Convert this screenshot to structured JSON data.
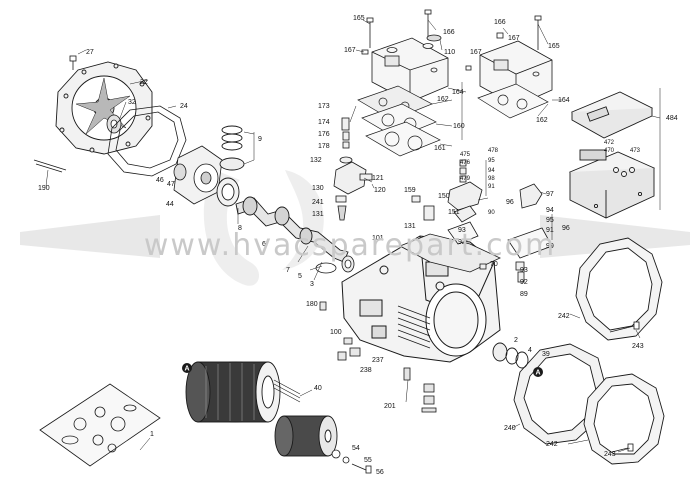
{
  "watermark_text": "www.hvacsparepart.com",
  "colors": {
    "line": "#1a1a1a",
    "part_fill": "#f4f4f4",
    "dark": "#3a3a3a",
    "watermark": "#d8d8d8"
  },
  "assembly_marker": "A",
  "callouts": [
    {
      "id": "c165a",
      "label": "165"
    },
    {
      "id": "c166a",
      "label": "166"
    },
    {
      "id": "c166b",
      "label": "166"
    },
    {
      "id": "c167a",
      "label": "167"
    },
    {
      "id": "c167b",
      "label": "167"
    },
    {
      "id": "c167c",
      "label": "167"
    },
    {
      "id": "c165b",
      "label": "165"
    },
    {
      "id": "c110",
      "label": "110"
    },
    {
      "id": "c164a",
      "label": "164"
    },
    {
      "id": "c162a",
      "label": "162"
    },
    {
      "id": "c160",
      "label": "160"
    },
    {
      "id": "c161",
      "label": "161"
    },
    {
      "id": "c164b",
      "label": "164"
    },
    {
      "id": "c162b",
      "label": "162"
    },
    {
      "id": "c27",
      "label": "27"
    },
    {
      "id": "c22",
      "label": "22"
    },
    {
      "id": "c32",
      "label": "32"
    },
    {
      "id": "c24",
      "label": "24"
    },
    {
      "id": "c190",
      "label": "190"
    },
    {
      "id": "c46",
      "label": "46"
    },
    {
      "id": "c47",
      "label": "47"
    },
    {
      "id": "c44",
      "label": "44"
    },
    {
      "id": "c9",
      "label": "9"
    },
    {
      "id": "c8",
      "label": "8"
    },
    {
      "id": "c173",
      "label": "173"
    },
    {
      "id": "c174",
      "label": "174"
    },
    {
      "id": "c176",
      "label": "176"
    },
    {
      "id": "c178",
      "label": "178"
    },
    {
      "id": "c132",
      "label": "132"
    },
    {
      "id": "c121",
      "label": "121"
    },
    {
      "id": "c130",
      "label": "130"
    },
    {
      "id": "c120",
      "label": "120"
    },
    {
      "id": "c241",
      "label": "241"
    },
    {
      "id": "c131a",
      "label": "131"
    },
    {
      "id": "c6",
      "label": "6"
    },
    {
      "id": "c7",
      "label": "7"
    },
    {
      "id": "c5",
      "label": "5"
    },
    {
      "id": "c3",
      "label": "3"
    },
    {
      "id": "c101",
      "label": "101"
    },
    {
      "id": "c475",
      "label": "475"
    },
    {
      "id": "c478",
      "label": "478"
    },
    {
      "id": "c476",
      "label": "476"
    },
    {
      "id": "c479",
      "label": "479"
    },
    {
      "id": "c95a",
      "label": "95"
    },
    {
      "id": "c94a",
      "label": "94"
    },
    {
      "id": "c98",
      "label": "98"
    },
    {
      "id": "c91a",
      "label": "91"
    },
    {
      "id": "c90a",
      "label": "90"
    },
    {
      "id": "c159",
      "label": "159"
    },
    {
      "id": "c150",
      "label": "150"
    },
    {
      "id": "c151",
      "label": "151"
    },
    {
      "id": "c131b",
      "label": "131"
    },
    {
      "id": "c96a",
      "label": "96"
    },
    {
      "id": "c93a",
      "label": "93"
    },
    {
      "id": "c92a",
      "label": "92"
    },
    {
      "id": "c97",
      "label": "97"
    },
    {
      "id": "c94b",
      "label": "94"
    },
    {
      "id": "c95b",
      "label": "95"
    },
    {
      "id": "c91b",
      "label": "91"
    },
    {
      "id": "c96b",
      "label": "96"
    },
    {
      "id": "c90b",
      "label": "90"
    },
    {
      "id": "c70",
      "label": "70"
    },
    {
      "id": "c93b",
      "label": "93"
    },
    {
      "id": "c92b",
      "label": "92"
    },
    {
      "id": "c89",
      "label": "89"
    },
    {
      "id": "c484",
      "label": "484"
    },
    {
      "id": "c472",
      "label": "472"
    },
    {
      "id": "c470",
      "label": "470"
    },
    {
      "id": "c473",
      "label": "473"
    },
    {
      "id": "c180",
      "label": "180"
    },
    {
      "id": "c100",
      "label": "100"
    },
    {
      "id": "c237",
      "label": "237"
    },
    {
      "id": "c238",
      "label": "238"
    },
    {
      "id": "c2",
      "label": "2"
    },
    {
      "id": "c4",
      "label": "4"
    },
    {
      "id": "c39",
      "label": "39"
    },
    {
      "id": "c242a",
      "label": "242"
    },
    {
      "id": "c243a",
      "label": "243"
    },
    {
      "id": "c40",
      "label": "40"
    },
    {
      "id": "c201",
      "label": "201"
    },
    {
      "id": "c240",
      "label": "240"
    },
    {
      "id": "c242b",
      "label": "242"
    },
    {
      "id": "c243b",
      "label": "243"
    },
    {
      "id": "c54",
      "label": "54"
    },
    {
      "id": "c55",
      "label": "55"
    },
    {
      "id": "c56",
      "label": "56"
    },
    {
      "id": "c1",
      "label": "1"
    }
  ]
}
